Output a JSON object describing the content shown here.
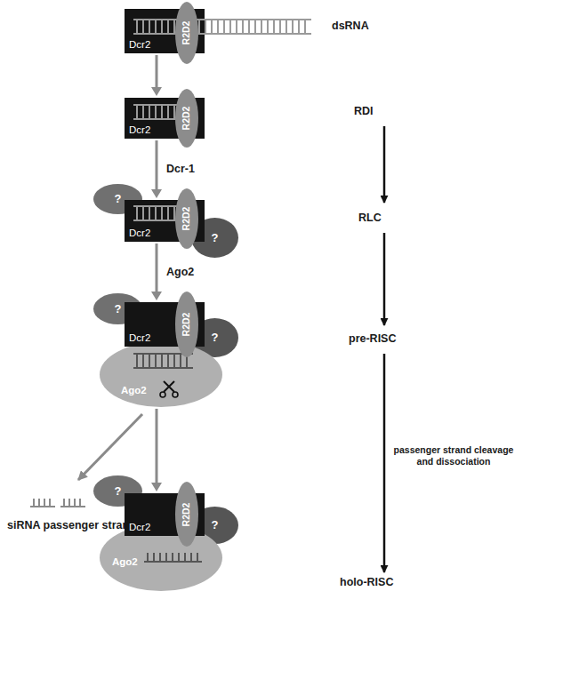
{
  "diagram": {
    "nodes": [
      {
        "text": [
          "Dcr2"
        ]
      },
      {
        "text": [
          "R2D2"
        ]
      },
      {
        "text": [
          "Dcr2"
        ]
      },
      {
        "text": [
          "R2D2"
        ]
      },
      {
        "text": [
          "?"
        ]
      },
      {
        "text": [
          "Dcr2"
        ]
      },
      {
        "text": [
          "R2D2"
        ]
      },
      {
        "text": [
          "?"
        ]
      },
      {
        "text": [
          "?"
        ]
      },
      {
        "text": [
          "Dcr2"
        ]
      },
      {
        "text": [
          "R2D2"
        ]
      },
      {
        "text": [
          "?"
        ]
      },
      {
        "text": [
          "Ago2"
        ]
      },
      {
        "text": [
          "?"
        ]
      },
      {
        "text": [
          "Dcr2"
        ]
      },
      {
        "text": [
          "R2D2"
        ]
      },
      {
        "text": [
          "?"
        ]
      },
      {
        "text": [
          "Ago2"
        ]
      }
    ],
    "edges": [
      {
        "from": 0,
        "to": 2,
        "arrow": "to"
      },
      {
        "from": 2,
        "to": 5,
        "label": "Dcr-1",
        "arrow": "to"
      },
      {
        "from": 5,
        "to": 9,
        "label": "Ago2",
        "arrow": "to"
      },
      {
        "from": 12,
        "to": 14,
        "arrow": "to"
      }
    ],
    "labels": [
      "dsRNA",
      "RDI",
      "RLC",
      "pre-RISC",
      "passenger strand cleavage and dissociation",
      "siRNA passenger strand",
      "holo-RISC"
    ]
  }
}
